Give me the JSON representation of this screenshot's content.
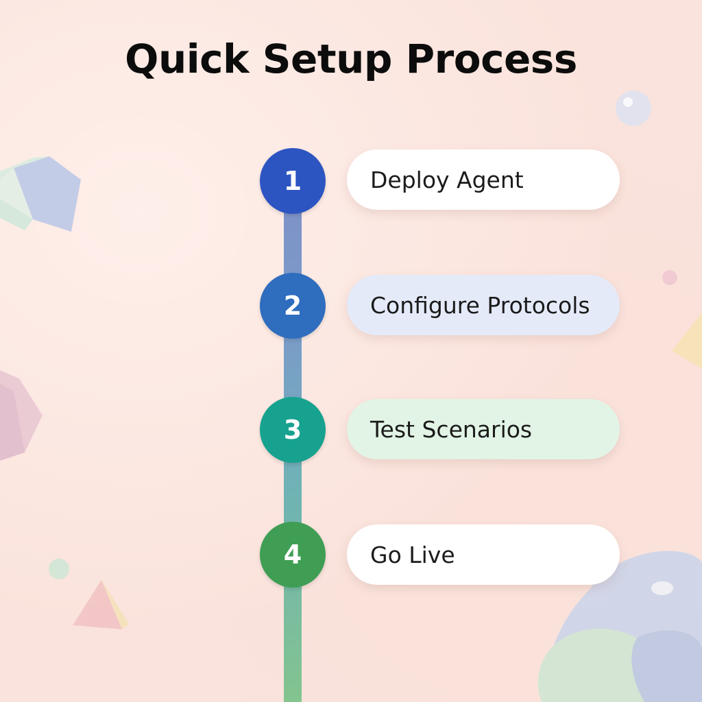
{
  "title": "Quick Setup Process",
  "steps": [
    {
      "number": "1",
      "label": "Deploy Agent",
      "circle_color": "#2d55c2",
      "card_color": "#ffffff"
    },
    {
      "number": "2",
      "label": "Configure Protocols",
      "circle_color": "#2f6dbe",
      "card_color": "#e4eaf8"
    },
    {
      "number": "3",
      "label": "Test Scenarios",
      "circle_color": "#17a28f",
      "card_color": "#e2f4e6"
    },
    {
      "number": "4",
      "label": "Go Live",
      "circle_color": "#3f9e54",
      "card_color": "#ffffff"
    }
  ],
  "colors": {
    "background": "#fae3dc",
    "title": "#0c0c0c"
  }
}
